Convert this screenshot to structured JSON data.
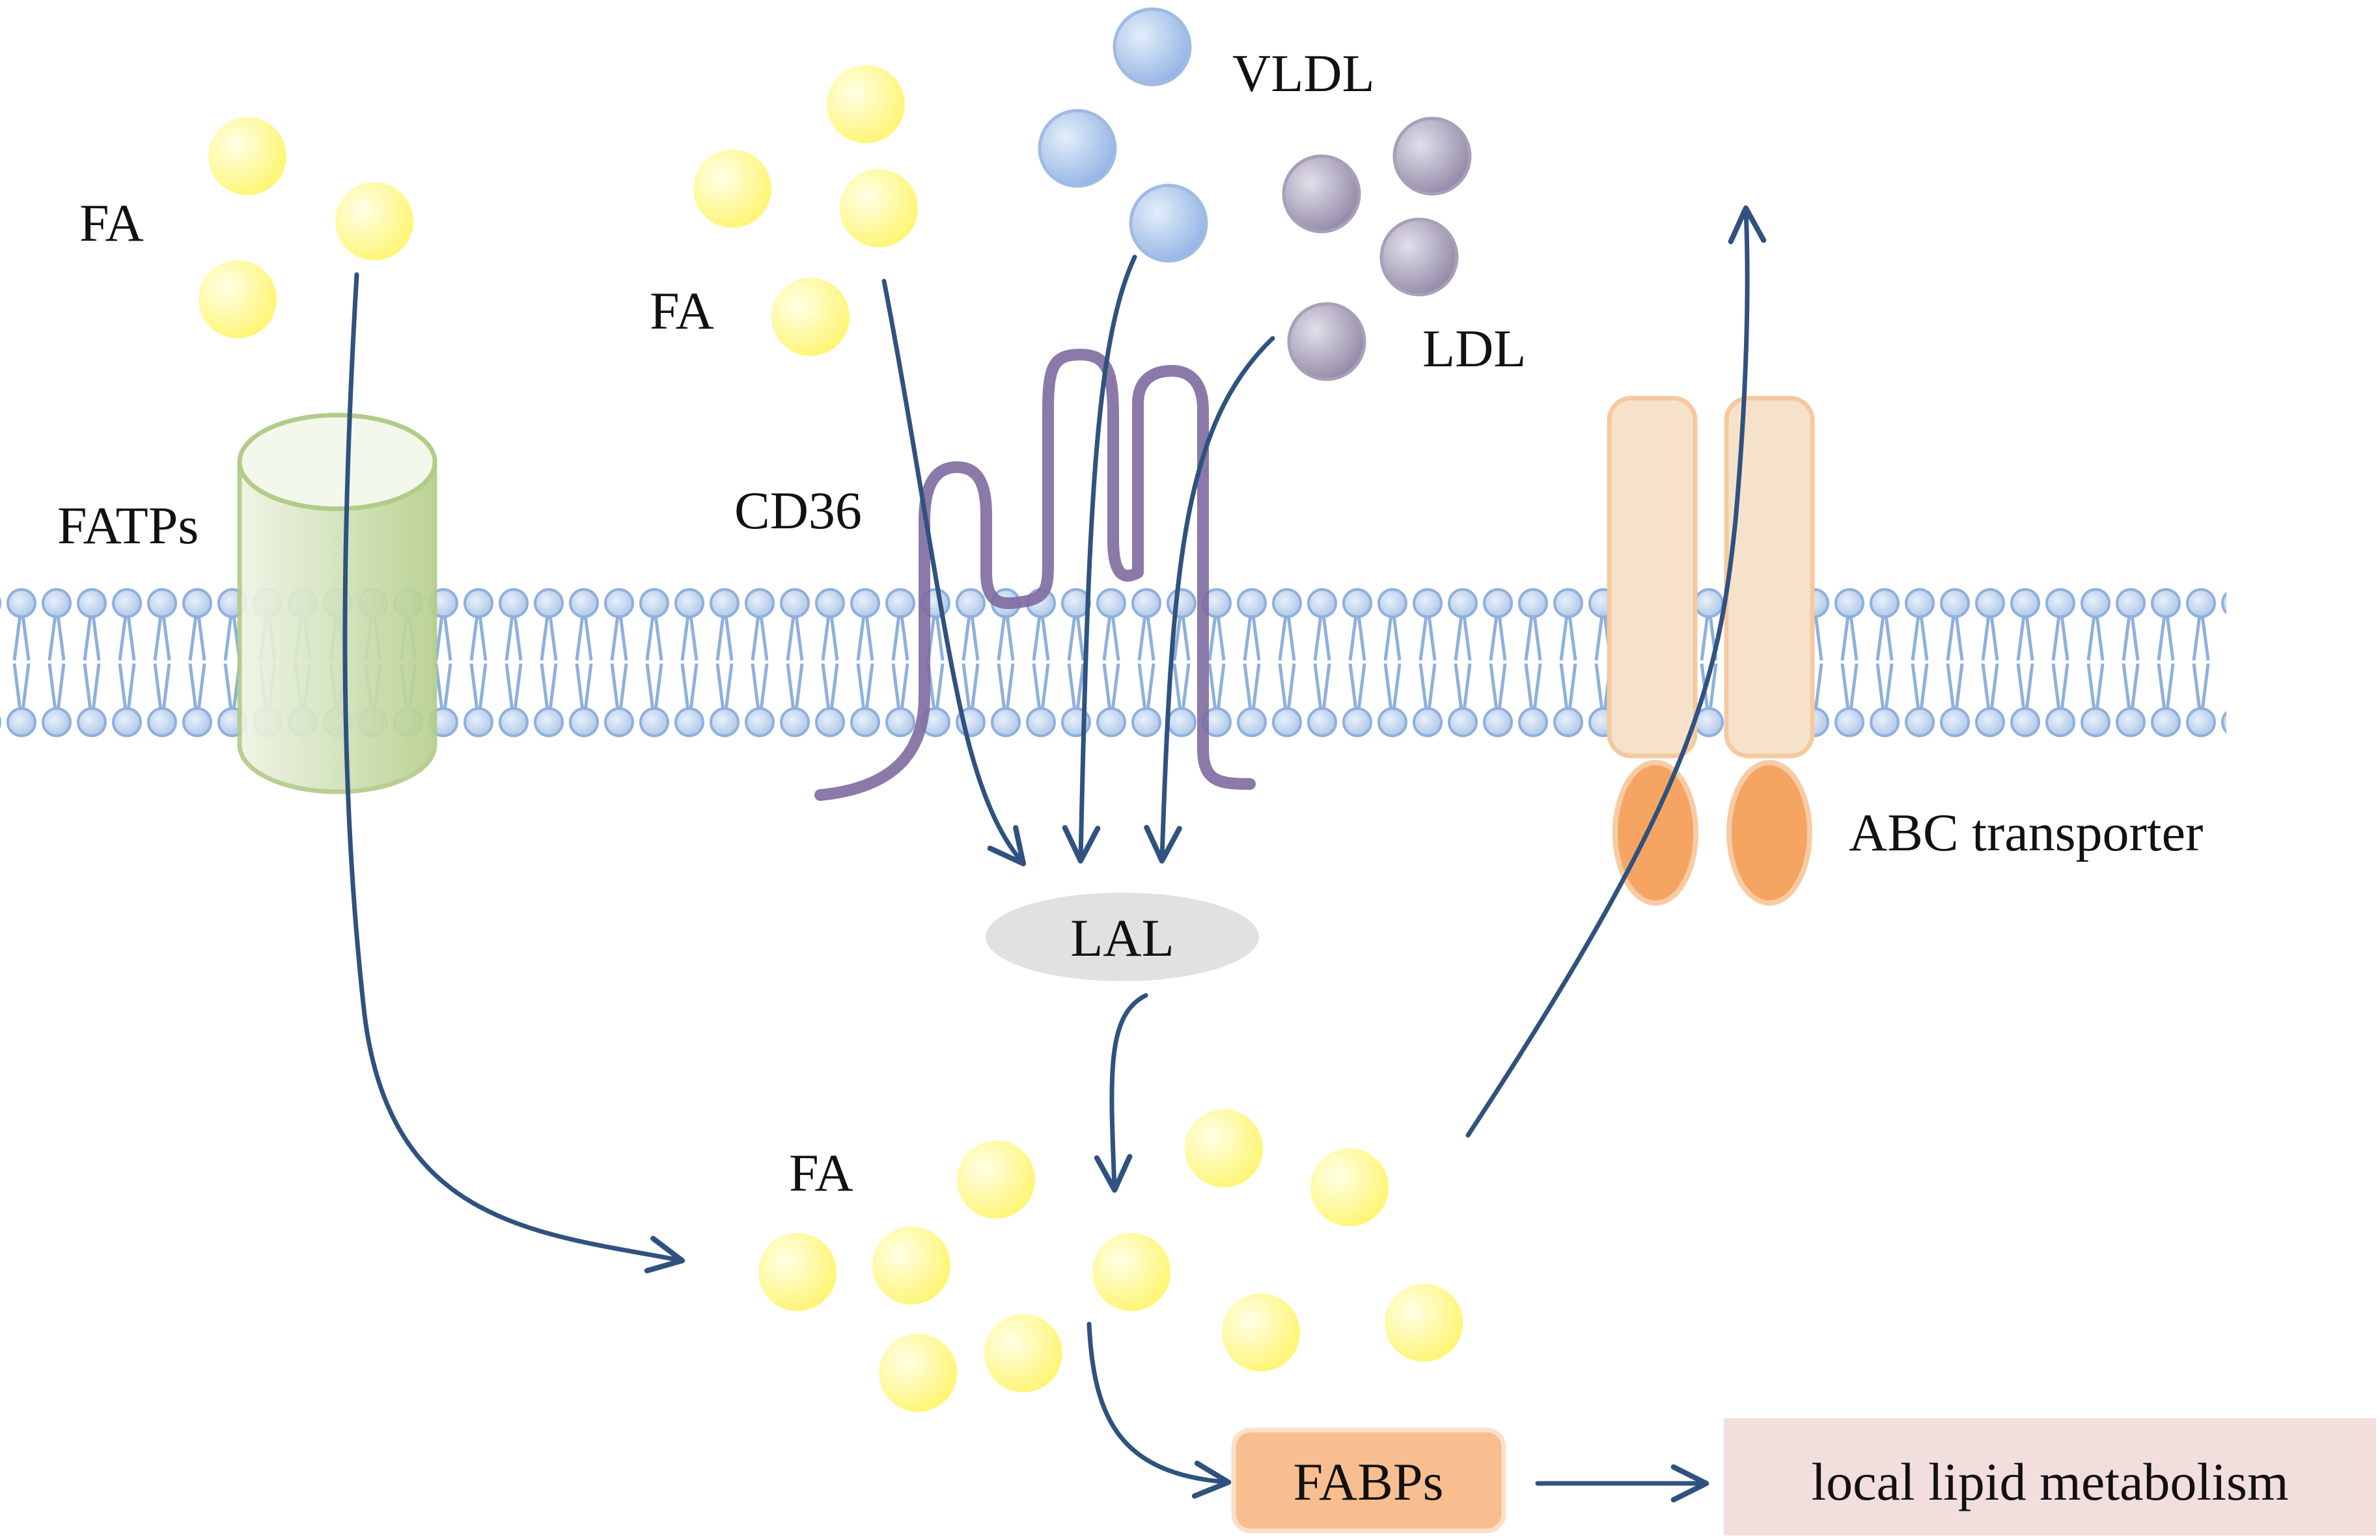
{
  "labels": {
    "fa_left": "FA",
    "fa_middle": "FA",
    "fa_inside": "FA",
    "fatps": "FATPs",
    "cd36": "CD36",
    "vldl": "VLDL",
    "ldl": "LDL",
    "lal": "LAL",
    "abc_transporter": "ABC transporter",
    "fabps": "FABPs",
    "local_lipid_metabolism": "local lipid metabolism"
  },
  "colors": {
    "fatty_acid": "#FFF880",
    "vldl": "#A9C4EA",
    "ldl": "#A7A0B8",
    "membrane": "#8FB0DC",
    "fatp_channel": "#C9DDA8",
    "cd36": "#7E6AA0",
    "abc_light": "#F6E2CA",
    "abc_dark": "#F5A462",
    "lal": "#E1E1E1",
    "fabps_box": "#F9BE90",
    "metabolism_box": "#F3DEDE",
    "arrow": "#2F5280"
  }
}
